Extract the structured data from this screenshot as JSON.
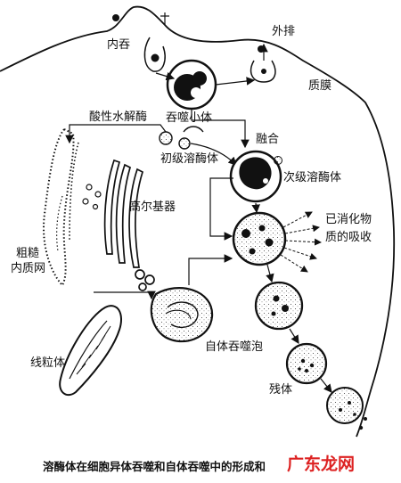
{
  "labels": {
    "endocytosis": "内吞",
    "exocytosis": "外排",
    "plasma_membrane": "质膜",
    "phagosome": "吞噬小体",
    "acid_hydrolase": "酸性水解酶",
    "fusion": "融合",
    "primary_lysosome": "初级溶酶体",
    "secondary_lysosome": "次级溶酶体",
    "golgi": "高尔基器",
    "rer_line1": "粗糙",
    "rer_line2": "内质网",
    "digested_line1": "已消化物",
    "digested_line2": "质的吸收",
    "mitochondrion": "线粒体",
    "autophagosome": "自体吞噬泡",
    "residual_body": "残体"
  },
  "caption": "溶酶体在细胞异体吞噬和自体吞噬中的形成和",
  "watermark": "广东龙网",
  "colors": {
    "ink": "#111111",
    "watermark": "#dd2222",
    "background": "#ffffff"
  }
}
